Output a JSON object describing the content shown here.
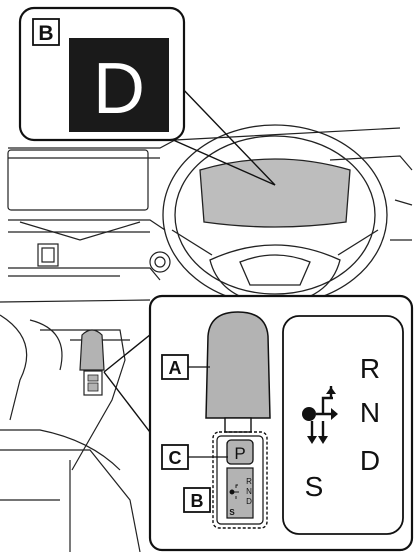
{
  "callout_top": {
    "letter": "B",
    "indicator": "D"
  },
  "callout_lever": {
    "label_a": "A",
    "label_b": "B",
    "label_c": "C",
    "park_button": "P",
    "small_positions": [
      "R",
      "N",
      "D"
    ],
    "small_s": "S"
  },
  "panel_right": {
    "r": "R",
    "n": "N",
    "d": "D",
    "s": "S"
  },
  "colors": {
    "lever_gray": "#b3b3b3",
    "indicator_bg": "#1a1a1a",
    "line": "#111111"
  }
}
